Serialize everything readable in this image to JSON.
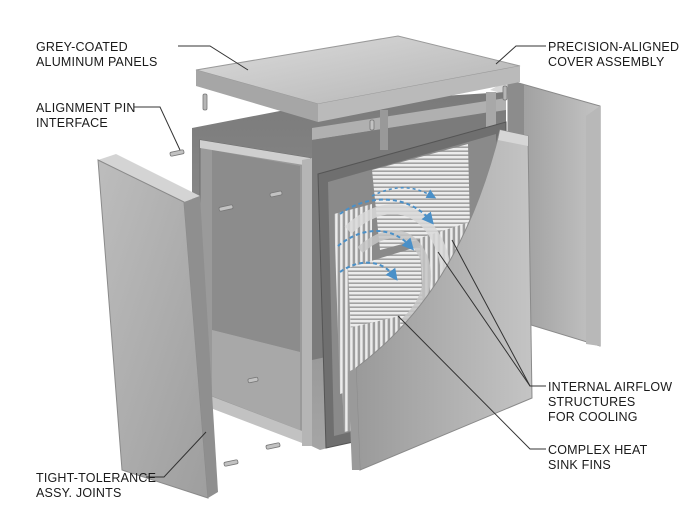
{
  "callouts": {
    "grey_coated": {
      "line1": "GREY-COATED",
      "line2": "ALUMINUM PANELS"
    },
    "cover": {
      "line1": "PRECISION-ALIGNED",
      "line2": "COVER ASSEMBLY"
    },
    "alignment_pin": {
      "line1": "ALIGNMENT PIN",
      "line2": "INTERFACE"
    },
    "airflow": {
      "line1": "INTERNAL AIRFLOW",
      "line2": "STRUCTURES",
      "line3": "FOR COOLING"
    },
    "heat_sink": {
      "line1": "COMPLEX HEAT",
      "line2": "SINK FINS"
    },
    "joints": {
      "line1": "TIGHT-TOLERANCE",
      "line2": "ASSY. JOINTS"
    }
  },
  "colors": {
    "panel_light": "#c9c9c9",
    "panel_mid": "#a9a9a9",
    "panel_dark": "#7d7d7d",
    "interior": "#8e8e8e",
    "airflow_arrow": "#4a90c8",
    "leader_line": "#333333"
  }
}
